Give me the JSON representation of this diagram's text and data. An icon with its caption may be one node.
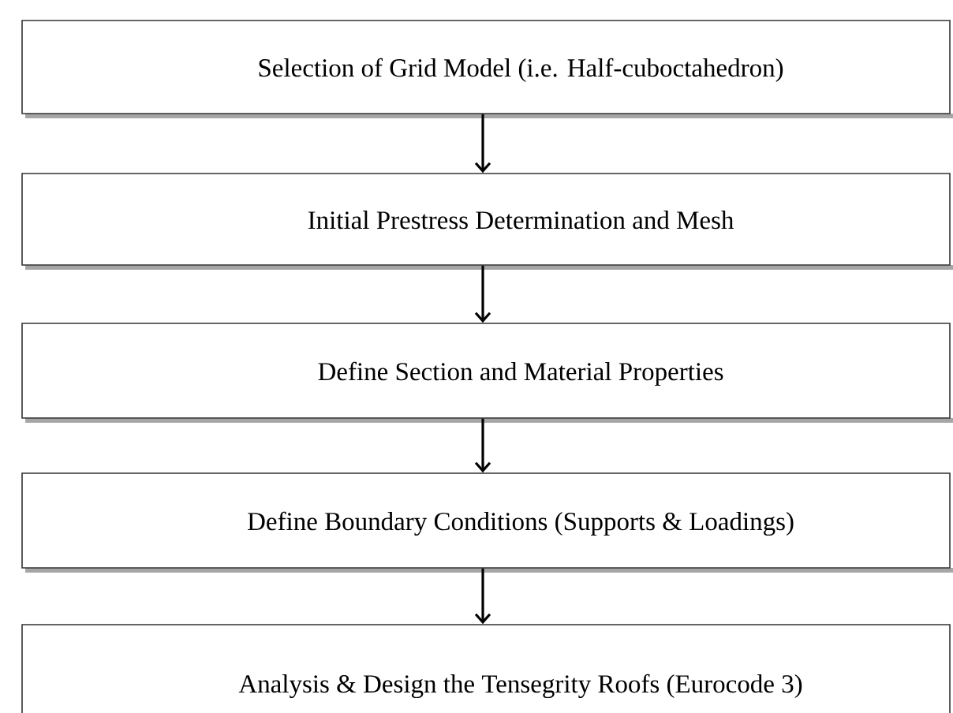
{
  "diagram": {
    "nodes": [
      {
        "text": [
          "Selection of Grid Model (i.e. Half-cuboctahedron)"
        ]
      },
      {
        "text": [
          "Initial Prestress Determination and Mesh"
        ]
      },
      {
        "text": [
          "Define Section and Material Properties"
        ]
      },
      {
        "text": [
          "Define Boundary Conditions (Supports & Loadings)"
        ]
      },
      {
        "text": [
          "Analysis & Design the Tensegrity Roofs (Eurocode 3)"
        ]
      }
    ],
    "edges": [
      {
        "from": 0,
        "to": 1,
        "arrow": "to"
      },
      {
        "from": 1,
        "to": 2,
        "arrow": "to"
      },
      {
        "from": 2,
        "to": 3,
        "arrow": "to"
      },
      {
        "from": 3,
        "to": 4,
        "arrow": "to"
      }
    ]
  }
}
